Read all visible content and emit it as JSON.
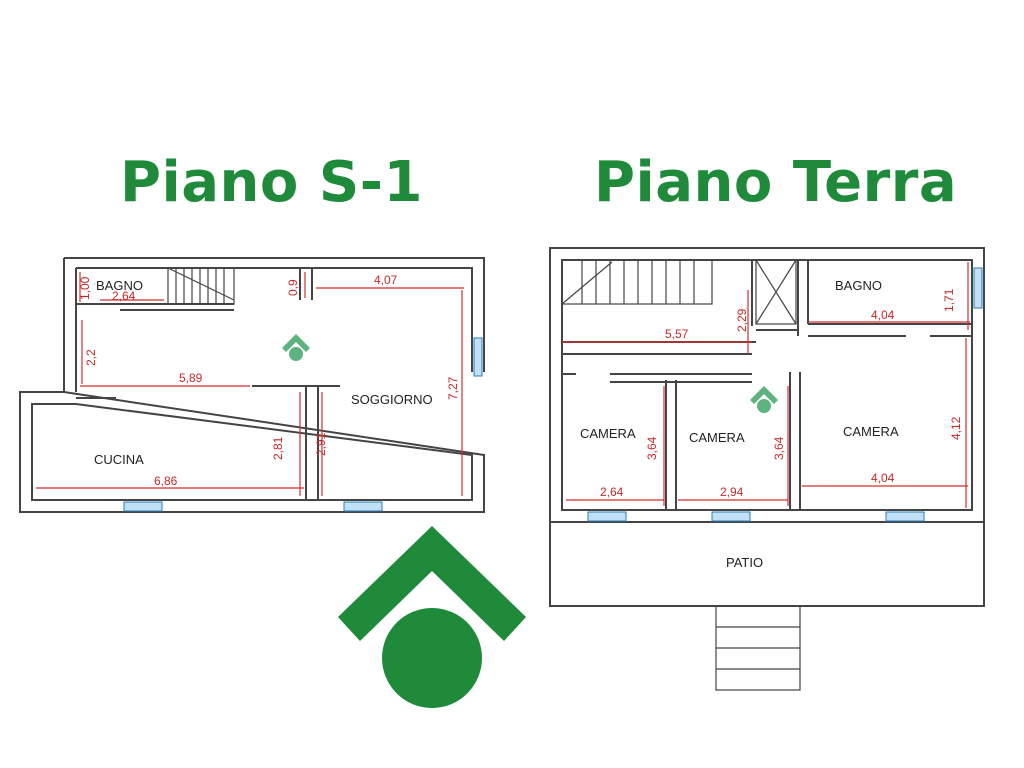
{
  "titles": {
    "left": "Piano S-1",
    "right": "Piano Terra"
  },
  "colors": {
    "brand_green": "#1e8a3a",
    "marker_green": "#5cb37d",
    "dimension_red": "#d32f2f",
    "window_blue": "#2b7bb9"
  },
  "left_plan": {
    "rooms": {
      "bagno": "BAGNO",
      "soggiorno": "SOGGIORNO",
      "cucina": "CUCINA"
    },
    "dims": [
      "1,00",
      "2,64",
      "0,9",
      "4,07",
      "2,2",
      "5,89",
      "7,27",
      "2,81",
      "2,91",
      "6,86"
    ]
  },
  "right_plan": {
    "rooms": {
      "bagno": "BAGNO",
      "camera_1": "CAMERA",
      "camera_2": "CAMERA",
      "camera_3": "CAMERA",
      "patio": "PATIO"
    },
    "dims": [
      "2,29",
      "1,71",
      "4,04",
      "5,57",
      "3,64",
      "3,64",
      "4,12",
      "2,64",
      "2,94",
      "4,04"
    ]
  },
  "logo": {
    "icon": "house-circle-logo-icon"
  }
}
